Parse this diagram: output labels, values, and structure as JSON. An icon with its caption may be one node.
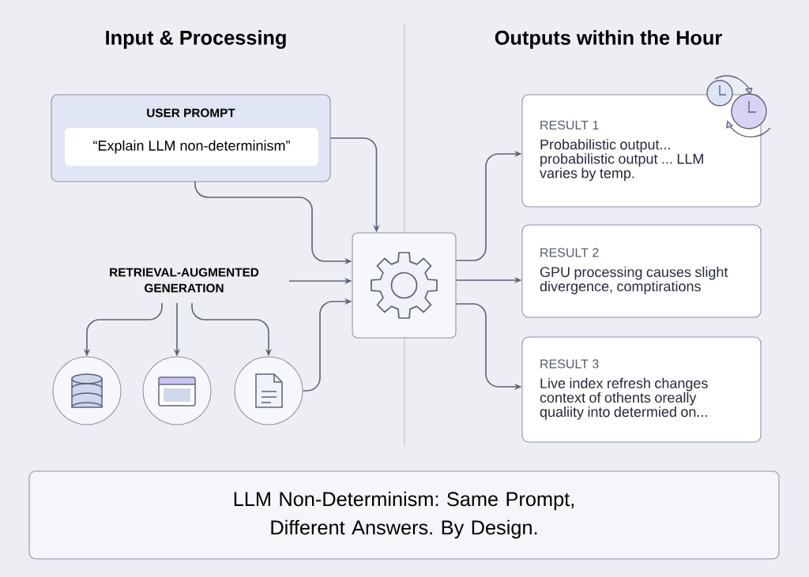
{
  "diagram": {
    "nodes": [
      {
        "text": [
          "USER PROMPT"
        ]
      },
      {
        "text": [
          "“Explain LLM non-determinism”"
        ],
        "in": 0
      },
      {
        "text": [
          "RETRIEVAL-AUGMENTED GENERATION"
        ]
      },
      {
        "text": [],
        "shape": "circle"
      },
      {
        "text": [],
        "shape": "circle"
      },
      {
        "text": [],
        "shape": "circle"
      },
      {
        "text": [],
        "shape": "box"
      },
      {
        "text": [
          "RESULT 1",
          "Probabilistic output... probabilistic output ... LLM varies by temp."
        ]
      },
      {
        "text": [
          "RESULT 2",
          "GPU processing causes slight divergence, comptirations"
        ]
      },
      {
        "text": [
          "RESULT 3",
          "Live index refresh changes context of othents oreally qualiity into determied on..."
        ]
      },
      {
        "text": [
          "LLM Non-Determinism: Same Prompt, Different Answers. By Design."
        ]
      }
    ],
    "edges": [
      {
        "from": 0,
        "to": 6,
        "arrow": "to"
      },
      {
        "from": 0,
        "to": 6,
        "arrow": "to"
      },
      {
        "from": 2,
        "to": 6,
        "arrow": "to"
      },
      {
        "from": 2,
        "to": 3,
        "arrow": "to"
      },
      {
        "from": 2,
        "to": 4,
        "arrow": "to"
      },
      {
        "from": 2,
        "to": 5,
        "arrow": "to"
      },
      {
        "from": 5,
        "to": 6,
        "arrow": "to"
      },
      {
        "from": 6,
        "to": 7,
        "arrow": "to"
      },
      {
        "from": 6,
        "to": 8,
        "arrow": "to"
      },
      {
        "from": 6,
        "to": 9,
        "arrow": "to"
      }
    ],
    "labels": [
      "Input & Processing",
      "Outputs within the Hour"
    ]
  }
}
